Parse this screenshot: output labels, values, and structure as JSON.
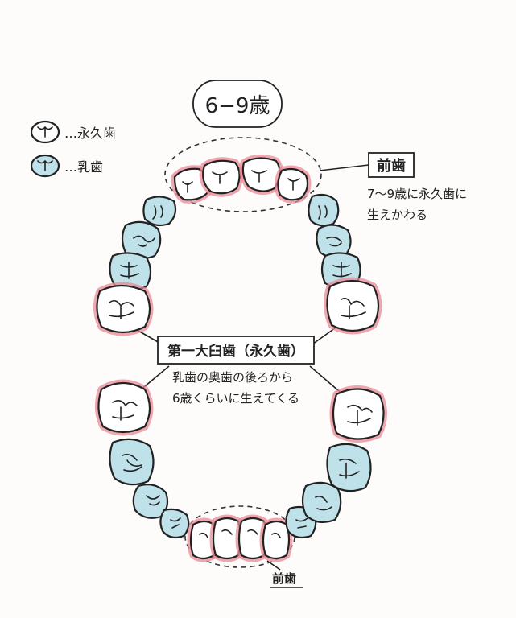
{
  "title": "6−9歳",
  "legend": {
    "permanent_symbol": "(Y)",
    "permanent_label": "…永久歯",
    "baby_symbol": "(Y)",
    "baby_label": "…乳歯"
  },
  "labels": {
    "front_upper_title": "前歯",
    "front_upper_desc_1": "7〜9歳に永久歯に",
    "front_upper_desc_2": "生えかわる",
    "molar_title": "第一大臼歯（永久歯）",
    "molar_desc_1": "乳歯の奥歯の後ろから",
    "molar_desc_2": "6歳くらいに生えてくる",
    "front_lower_title": "前歯"
  },
  "colors": {
    "permanent_fill": "#ffffff",
    "baby_fill": "#bfe2ea",
    "permanent_highlight": "#e98a95",
    "ink": "#222222"
  }
}
